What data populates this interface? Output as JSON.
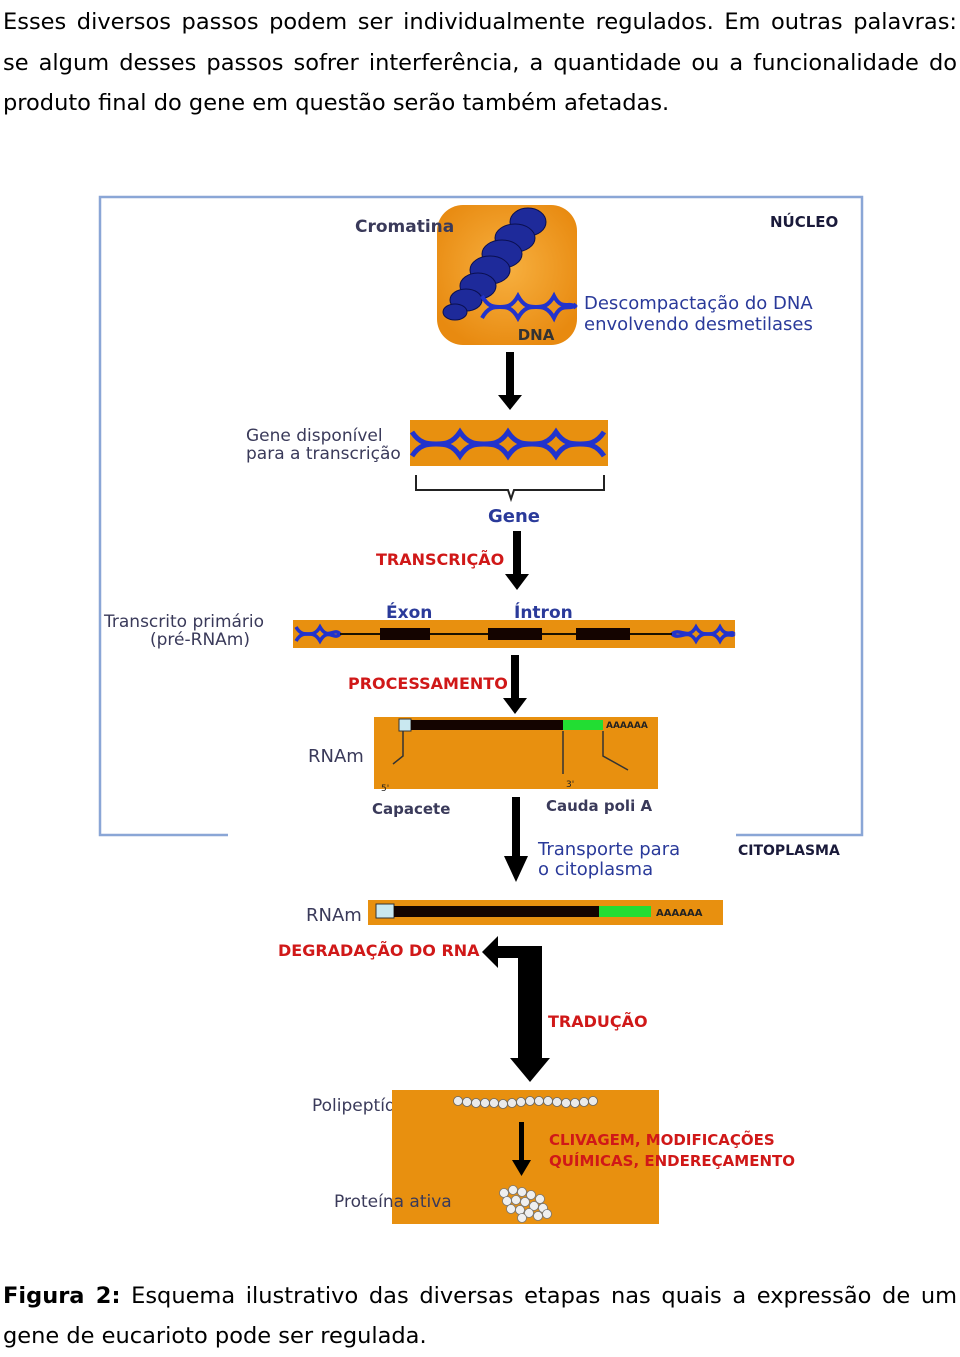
{
  "text": {
    "paragraph": "Esses diversos passos podem ser individualmente regulados. Em outras palavras: se algum desses passos sofrer interferência, a quantidade ou a funcionalidade do produto final do gene em questão serão também afetadas.",
    "caption_label": "Figura 2:",
    "caption_text": " Esquema ilustrativo das diversas etapas nas quais a expressão de um gene de eucarioto pode ser regulada."
  },
  "figure": {
    "cromatina": "Cromatina",
    "nucleo": "NÚCLEO",
    "dna": "DNA",
    "descompactacao_1": "Descompactação do DNA",
    "descompactacao_2": "envolvendo desmetilases",
    "gene_disponivel_1": "Gene disponível",
    "gene_disponivel_2": "para a transcrição",
    "gene": "Gene",
    "transcricao": "TRANSCRIÇÃO",
    "transcrito_1": "Transcrito primário",
    "transcrito_2": "(pré-RNAm)",
    "exon": "Éxon",
    "intron": "Íntron",
    "processamento": "PROCESSAMENTO",
    "rnam": "RNAm",
    "five_prime": "5'",
    "three_prime": "3'",
    "polya_seq": "AAAAAA",
    "capacete": "Capacete",
    "cauda": "Cauda poli A",
    "transporte_1": "Transporte para",
    "transporte_2": "o citoplasma",
    "citoplasma": "CITOPLASMA",
    "rnam2": "RNAm",
    "polya_seq2": "AAAAAA",
    "degradacao": "DEGRADAÇÃO DO RNA",
    "traducao": "TRADUÇÃO",
    "polipeptidio": "Polipeptídio",
    "clivagem_1": "CLIVAGEM, MODIFICAÇÕES",
    "clivagem_2": "QUÍMICAS, ENDEREÇAMENTO",
    "proteina": "Proteína ativa"
  },
  "colors": {
    "orange": "#E8900F",
    "blue_dna": "#2233CC",
    "red_label": "#D01818",
    "dark_label": "#3A3A5A",
    "green_tail": "#22DD33",
    "nucleus_line": "#8AA6D6"
  }
}
